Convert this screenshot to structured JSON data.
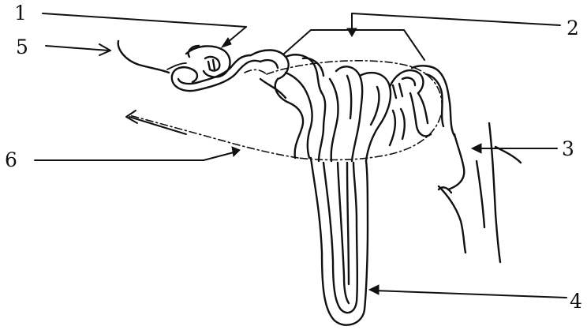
{
  "diagram": {
    "labels": [
      {
        "id": "label-1",
        "text": "1"
      },
      {
        "id": "label-2",
        "text": "2"
      },
      {
        "id": "label-3",
        "text": "3"
      },
      {
        "id": "label-4",
        "text": "4"
      },
      {
        "id": "label-5",
        "text": "5"
      },
      {
        "id": "label-6",
        "text": "6"
      }
    ],
    "colors": {
      "ink": "#111111",
      "background": "#ffffff"
    }
  }
}
